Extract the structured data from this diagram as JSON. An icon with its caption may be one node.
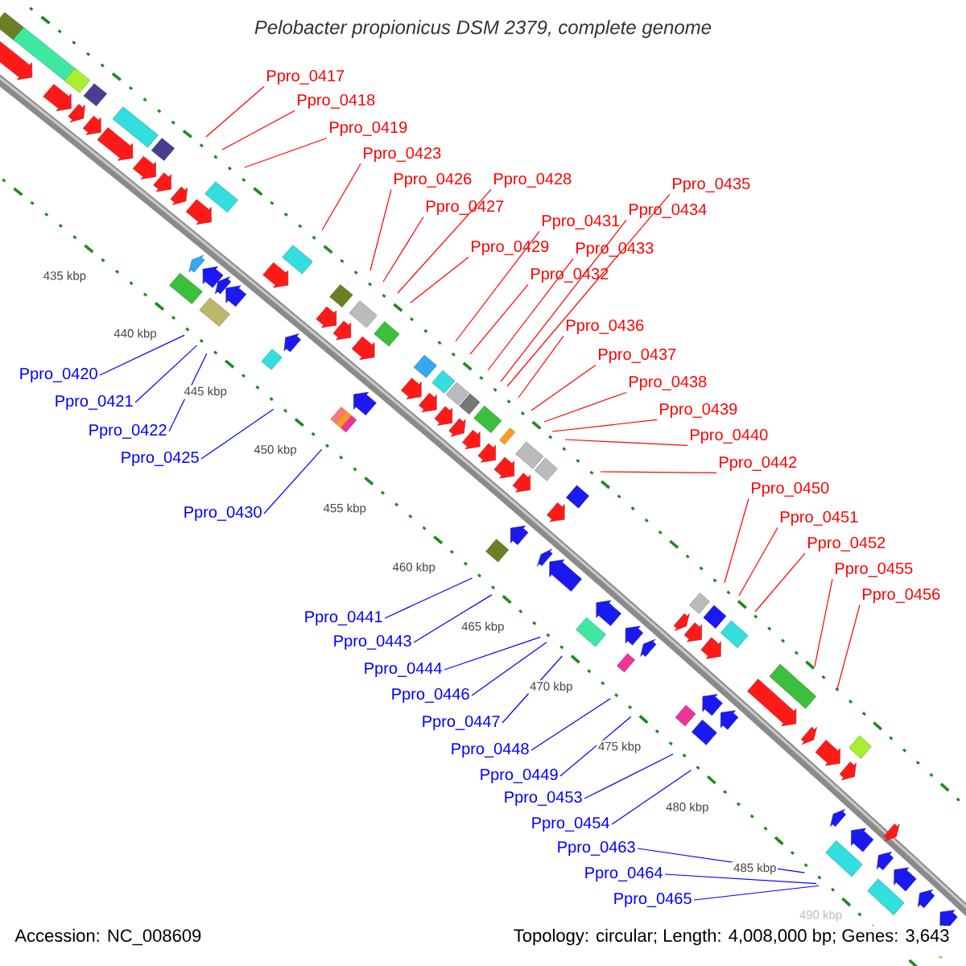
{
  "diagram": {
    "title": "Pelobacter propionicus DSM 2379, complete genome",
    "nodes": [
      {
        "text": [
          "Ppro_0417"
        ]
      },
      {
        "text": [
          "Ppro_0418"
        ]
      },
      {
        "text": [
          "Ppro_0419"
        ]
      },
      {
        "text": [
          "Ppro_0423"
        ]
      },
      {
        "text": [
          "Ppro_0426"
        ]
      },
      {
        "text": [
          "Ppro_0428"
        ]
      },
      {
        "text": [
          "Ppro_0427"
        ]
      },
      {
        "text": [
          "Ppro_0435"
        ]
      },
      {
        "text": [
          "Ppro_0434"
        ]
      },
      {
        "text": [
          "Ppro_0431"
        ]
      },
      {
        "text": [
          "Ppro_0429"
        ]
      },
      {
        "text": [
          "Ppro_0433"
        ]
      },
      {
        "text": [
          "Ppro_0432"
        ]
      },
      {
        "text": [
          "Ppro_0436"
        ]
      },
      {
        "text": [
          "Ppro_0437"
        ]
      },
      {
        "text": [
          "Ppro_0438"
        ]
      },
      {
        "text": [
          "Ppro_0439"
        ]
      },
      {
        "text": [
          "Ppro_0440"
        ]
      },
      {
        "text": [
          "Ppro_0442"
        ]
      },
      {
        "text": [
          "Ppro_0450"
        ]
      },
      {
        "text": [
          "Ppro_0451"
        ]
      },
      {
        "text": [
          "Ppro_0452"
        ]
      },
      {
        "text": [
          "Ppro_0455"
        ]
      },
      {
        "text": [
          "Ppro_0456"
        ]
      },
      {
        "text": [
          "Ppro_0420"
        ]
      },
      {
        "text": [
          "Ppro_0421"
        ]
      },
      {
        "text": [
          "Ppro_0422"
        ]
      },
      {
        "text": [
          "Ppro_0425"
        ]
      },
      {
        "text": [
          "Ppro_0430"
        ]
      },
      {
        "text": [
          "Ppro_0441"
        ]
      },
      {
        "text": [
          "Ppro_0443"
        ]
      },
      {
        "text": [
          "Ppro_0444"
        ]
      },
      {
        "text": [
          "Ppro_0446"
        ]
      },
      {
        "text": [
          "Ppro_0447"
        ]
      },
      {
        "text": [
          "Ppro_0448"
        ]
      },
      {
        "text": [
          "Ppro_0449"
        ]
      },
      {
        "text": [
          "Ppro_0453"
        ]
      },
      {
        "text": [
          "Ppro_0454"
        ]
      },
      {
        "text": [
          "Ppro_0463"
        ]
      },
      {
        "text": [
          "Ppro_0464"
        ]
      },
      {
        "text": [
          "Ppro_0465"
        ]
      }
    ],
    "edges": [
      {
        "from": 0,
        "to": null,
        "arrow": "none"
      },
      {
        "from": 1,
        "to": null,
        "arrow": "none"
      },
      {
        "from": 2,
        "to": null,
        "arrow": "none"
      },
      {
        "from": 3,
        "to": null,
        "arrow": "none"
      },
      {
        "from": 4,
        "to": null,
        "arrow": "none"
      },
      {
        "from": 5,
        "to": null,
        "arrow": "none"
      },
      {
        "from": 6,
        "to": null,
        "arrow": "none"
      },
      {
        "from": 7,
        "to": null,
        "arrow": "none"
      },
      {
        "from": 8,
        "to": null,
        "arrow": "none"
      },
      {
        "from": 9,
        "to": null,
        "arrow": "none"
      },
      {
        "from": 10,
        "to": null,
        "arrow": "none"
      },
      {
        "from": 11,
        "to": null,
        "arrow": "none"
      },
      {
        "from": 12,
        "to": null,
        "arrow": "none"
      },
      {
        "from": 13,
        "to": null,
        "arrow": "none"
      },
      {
        "from": 14,
        "to": null,
        "arrow": "none"
      },
      {
        "from": 15,
        "to": null,
        "arrow": "none"
      },
      {
        "from": 16,
        "to": null,
        "arrow": "none"
      },
      {
        "from": 17,
        "to": null,
        "arrow": "none"
      },
      {
        "from": 18,
        "to": null,
        "arrow": "none"
      },
      {
        "from": 19,
        "to": null,
        "arrow": "none"
      },
      {
        "from": 20,
        "to": null,
        "arrow": "none"
      },
      {
        "from": 21,
        "to": null,
        "arrow": "none"
      },
      {
        "from": 22,
        "to": null,
        "arrow": "none"
      },
      {
        "from": 23,
        "to": null,
        "arrow": "none"
      },
      {
        "from": 24,
        "to": null,
        "arrow": "none",
        "color": "#0000ff"
      },
      {
        "from": 25,
        "to": null,
        "arrow": "none",
        "color": "#0000ff"
      },
      {
        "from": 26,
        "to": null,
        "arrow": "none",
        "color": "#0000ff"
      },
      {
        "from": 27,
        "to": null,
        "arrow": "none",
        "color": "#0000ff"
      },
      {
        "from": 28,
        "to": null,
        "arrow": "none",
        "color": "#0000ff"
      },
      {
        "from": 29,
        "to": null,
        "arrow": "none",
        "color": "#0000ff"
      },
      {
        "from": 30,
        "to": null,
        "arrow": "none",
        "color": "#0000ff"
      },
      {
        "from": 31,
        "to": null,
        "arrow": "none",
        "color": "#0000ff"
      },
      {
        "from": 32,
        "to": null,
        "arrow": "none",
        "color": "#0000ff"
      },
      {
        "from": 33,
        "to": null,
        "arrow": "none",
        "color": "#0000ff"
      },
      {
        "from": 34,
        "to": null,
        "arrow": "none",
        "color": "#0000ff"
      },
      {
        "from": 35,
        "to": null,
        "arrow": "none",
        "color": "#0000ff"
      },
      {
        "from": 36,
        "to": null,
        "arrow": "none",
        "color": "#0000ff"
      },
      {
        "from": 37,
        "to": null,
        "arrow": "none",
        "color": "#0000ff"
      },
      {
        "from": 38,
        "to": null,
        "arrow": "none",
        "color": "#0000ff"
      },
      {
        "from": 39,
        "to": null,
        "arrow": "none",
        "color": "#0000ff"
      },
      {
        "from": 40,
        "to": null,
        "arrow": "none",
        "color": "#0000ff"
      }
    ],
    "labels": [
      "435 kbp",
      "440 kbp",
      "445 kbp",
      "450 kbp",
      "455 kbp",
      "460 kbp",
      "465 kbp",
      "470 kbp",
      "475 kbp",
      "480 kbp",
      "485 kbp",
      "490 kbp",
      "Accession: NC_008609",
      "Topology: circular; Length: 4,008,000 bp; Genes: 3,643"
    ]
  }
}
